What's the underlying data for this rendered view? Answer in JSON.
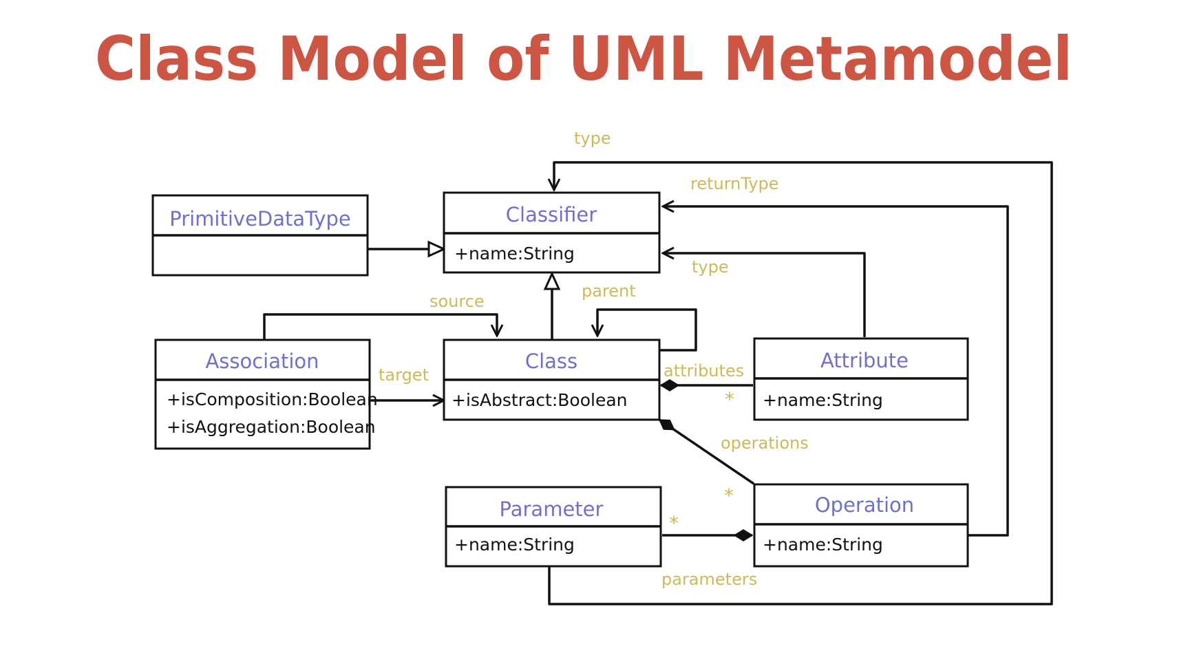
{
  "title": "Class Model of UML Metamodel",
  "colors": {
    "title": "#cc5544",
    "class_name": "#6f6fcc",
    "role_label": "#cdb85a",
    "line": "#111111"
  },
  "classes": {
    "primitive": {
      "name": "PrimitiveDataType",
      "attributes": []
    },
    "classifier": {
      "name": "Classifier",
      "attributes": [
        "+name:String"
      ]
    },
    "association": {
      "name": "Association",
      "attributes": [
        "+isComposition:Boolean",
        "+isAggregation:Boolean"
      ]
    },
    "class": {
      "name": "Class",
      "attributes": [
        "+isAbstract:Boolean"
      ]
    },
    "attribute": {
      "name": "Attribute",
      "attributes": [
        "+name:String"
      ]
    },
    "parameter": {
      "name": "Parameter",
      "attributes": [
        "+name:String"
      ]
    },
    "operation": {
      "name": "Operation",
      "attributes": [
        "+name:String"
      ]
    }
  },
  "labels": {
    "type_top": "type",
    "return_type": "returnType",
    "type_attr": "type",
    "source": "source",
    "parent": "parent",
    "target": "target",
    "attributes": "attributes",
    "operations": "operations",
    "parameters": "parameters",
    "mult_attributes": "*",
    "mult_operations": "*",
    "mult_parameters": "*"
  }
}
